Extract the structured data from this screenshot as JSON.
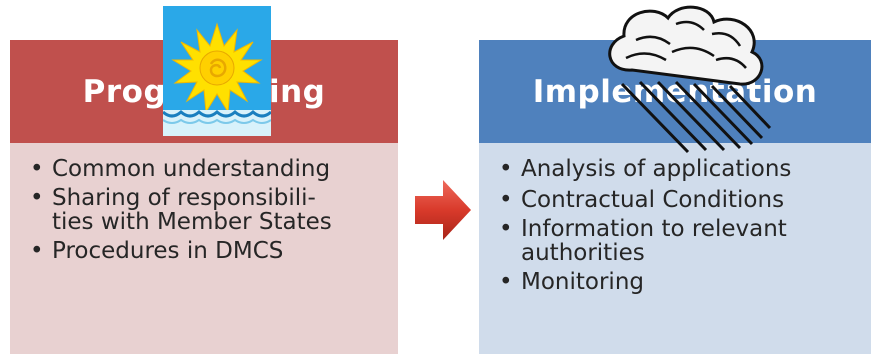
{
  "left": {
    "title": "Programming",
    "items": [
      "Common understanding",
      "Sharing  of responsibili-\nties with Member States",
      "Procedures in DMCS"
    ],
    "colors": {
      "header": "#c0504d",
      "body": "#e8d1d1"
    }
  },
  "right": {
    "title": "Implementation",
    "items": [
      "Analysis of applications",
      "Contractual Conditions",
      "Information to relevant\nauthorities",
      "Monitoring"
    ],
    "colors": {
      "header": "#4f81bd",
      "body": "#d0dceb"
    }
  },
  "icons": {
    "sun": "sun-over-water-icon",
    "cloud": "rain-cloud-icon",
    "arrow": "right-arrow-icon"
  },
  "arrow_color": "#d93a2b"
}
